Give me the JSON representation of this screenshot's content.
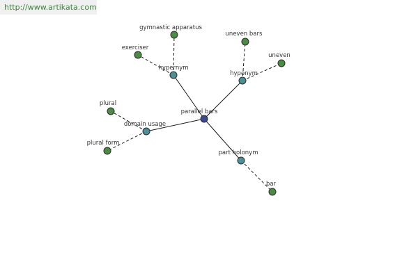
{
  "source_url": "http://www.artikata.com",
  "colors": {
    "center": "#3b4a8f",
    "relation": "#4d8f97",
    "leaf": "#4b8b43",
    "edge": "#1a1a1a",
    "label": "#333333"
  },
  "graph": {
    "center": {
      "id": "parallel-bars",
      "label": "parallel bars"
    },
    "relations": [
      {
        "id": "hypernym",
        "label": "hypernym",
        "leaves": [
          {
            "id": "gymnastic-apparatus",
            "label": "gymnastic apparatus"
          },
          {
            "id": "exerciser",
            "label": "exerciser"
          }
        ]
      },
      {
        "id": "hyponym",
        "label": "hyponym",
        "leaves": [
          {
            "id": "uneven-bars",
            "label": "uneven bars"
          },
          {
            "id": "uneven",
            "label": "uneven"
          }
        ]
      },
      {
        "id": "domain-usage",
        "label": "domain usage",
        "leaves": [
          {
            "id": "plural",
            "label": "plural"
          },
          {
            "id": "plural-form",
            "label": "plural form"
          }
        ]
      },
      {
        "id": "part-holonym",
        "label": "part holonym",
        "leaves": [
          {
            "id": "bar",
            "label": "bar"
          }
        ]
      }
    ]
  }
}
